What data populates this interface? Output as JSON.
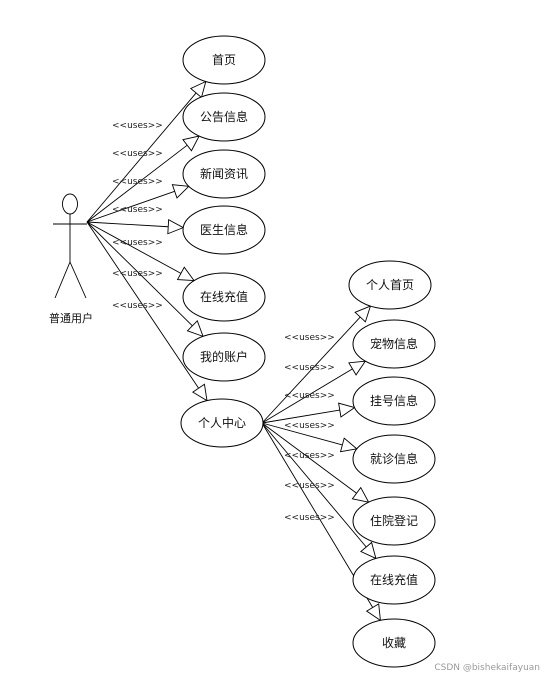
{
  "actor": {
    "label": "普通用户"
  },
  "left_use_cases": [
    {
      "id": "home",
      "label": "首页"
    },
    {
      "id": "notice",
      "label": "公告信息"
    },
    {
      "id": "news",
      "label": "新闻资讯"
    },
    {
      "id": "doctor",
      "label": "医生信息"
    },
    {
      "id": "recharge",
      "label": "在线充值"
    },
    {
      "id": "account",
      "label": "我的账户"
    },
    {
      "id": "center",
      "label": "个人中心"
    }
  ],
  "right_use_cases": [
    {
      "id": "profile",
      "label": "个人首页"
    },
    {
      "id": "pet",
      "label": "宠物信息"
    },
    {
      "id": "register",
      "label": "挂号信息"
    },
    {
      "id": "visit",
      "label": "就诊信息"
    },
    {
      "id": "hospital",
      "label": "住院登记"
    },
    {
      "id": "recharge2",
      "label": "在线充值"
    },
    {
      "id": "favorite",
      "label": "收藏"
    }
  ],
  "relation_label": "<<uses>>",
  "watermark": "CSDN @bishekaifayuan"
}
